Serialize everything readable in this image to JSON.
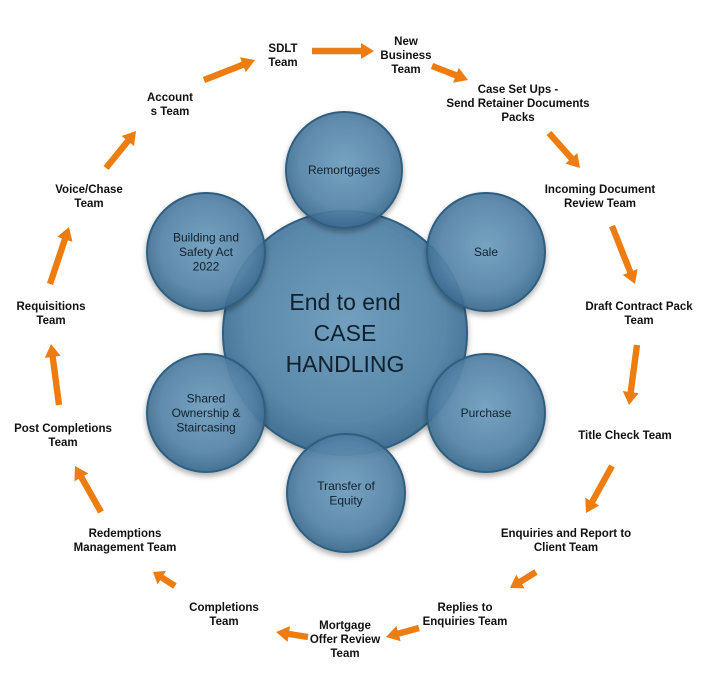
{
  "colors": {
    "arrow": "#EE7D11",
    "circle_fill": "#5B8DB0",
    "circle_stroke": "#2E5E80",
    "circle_text": "#10202c"
  },
  "center": {
    "lines": [
      "End to end",
      "CASE",
      "HANDLING"
    ]
  },
  "satellites": [
    {
      "id": "remortgages",
      "lines": [
        "Remortgages"
      ]
    },
    {
      "id": "sale",
      "lines": [
        "Sale"
      ]
    },
    {
      "id": "purchase",
      "lines": [
        "Purchase"
      ]
    },
    {
      "id": "transfer-of-equity",
      "lines": [
        "Transfer of",
        "Equity"
      ]
    },
    {
      "id": "shared-ownership",
      "lines": [
        "Shared",
        "Ownership &",
        "Staircasing"
      ]
    },
    {
      "id": "building-safety",
      "lines": [
        "Building and",
        "Safety Act",
        "2022"
      ]
    }
  ],
  "teams": [
    {
      "id": "sdlt",
      "lines": [
        "SDLT",
        "Team"
      ]
    },
    {
      "id": "new-business",
      "lines": [
        "New",
        "Business",
        "Team"
      ]
    },
    {
      "id": "case-set-ups",
      "lines": [
        "Case Set Ups -",
        "Send Retainer Documents",
        "Packs"
      ]
    },
    {
      "id": "incoming-document",
      "lines": [
        "Incoming Document",
        "Review Team"
      ]
    },
    {
      "id": "draft-contract",
      "lines": [
        "Draft Contract Pack",
        "Team"
      ]
    },
    {
      "id": "title-check",
      "lines": [
        "Title Check Team"
      ]
    },
    {
      "id": "enquiries-report",
      "lines": [
        "Enquiries and Report to",
        "Client Team"
      ]
    },
    {
      "id": "replies-enquiries",
      "lines": [
        "Replies to",
        "Enquiries Team"
      ]
    },
    {
      "id": "mortgage-offer",
      "lines": [
        "Mortgage",
        "Offer Review",
        "Team"
      ]
    },
    {
      "id": "completions",
      "lines": [
        "Completions",
        "Team"
      ]
    },
    {
      "id": "redemptions",
      "lines": [
        "Redemptions",
        "Management Team"
      ]
    },
    {
      "id": "post-completions",
      "lines": [
        "Post Completions",
        "Team"
      ]
    },
    {
      "id": "requisitions",
      "lines": [
        "Requisitions",
        "Team"
      ]
    },
    {
      "id": "voice-chase",
      "lines": [
        "Voice/Chase",
        "Team"
      ]
    },
    {
      "id": "accounts",
      "lines": [
        "Account",
        "s Team"
      ]
    }
  ]
}
